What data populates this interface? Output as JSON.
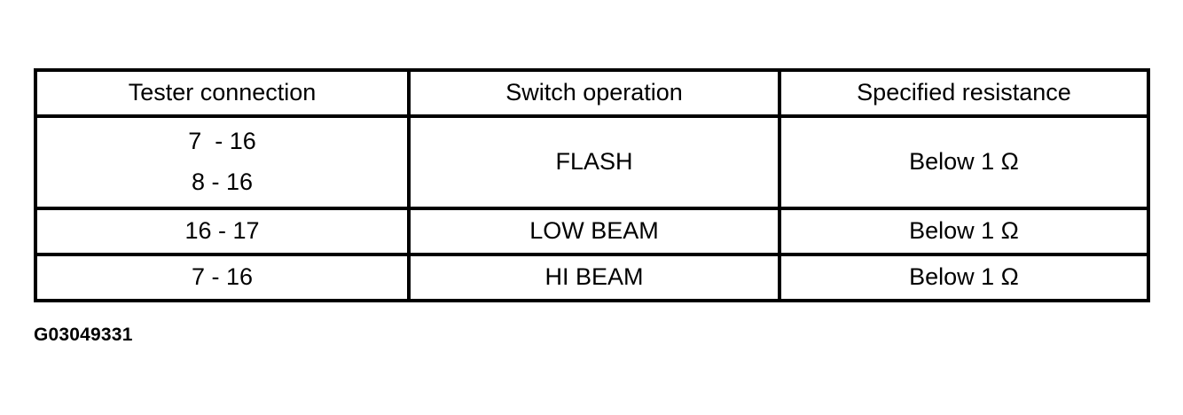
{
  "table": {
    "headers": [
      "Tester connection",
      "Switch operation",
      "Specified resistance"
    ],
    "rows": [
      {
        "tester_connection_lines": [
          "7  - 16",
          "8 - 16"
        ],
        "switch_operation": "FLASH",
        "specified_resistance": "Below 1 Ω"
      },
      {
        "tester_connection_lines": [
          "16 - 17"
        ],
        "switch_operation": "LOW BEAM",
        "specified_resistance": "Below 1 Ω"
      },
      {
        "tester_connection_lines": [
          "7 - 16"
        ],
        "switch_operation": "HI BEAM",
        "specified_resistance": "Below 1 Ω"
      }
    ]
  },
  "caption": {
    "figure_id": "G03049331"
  },
  "colors": {
    "background": "#ffffff",
    "border": "#000000",
    "text": "#000000"
  }
}
